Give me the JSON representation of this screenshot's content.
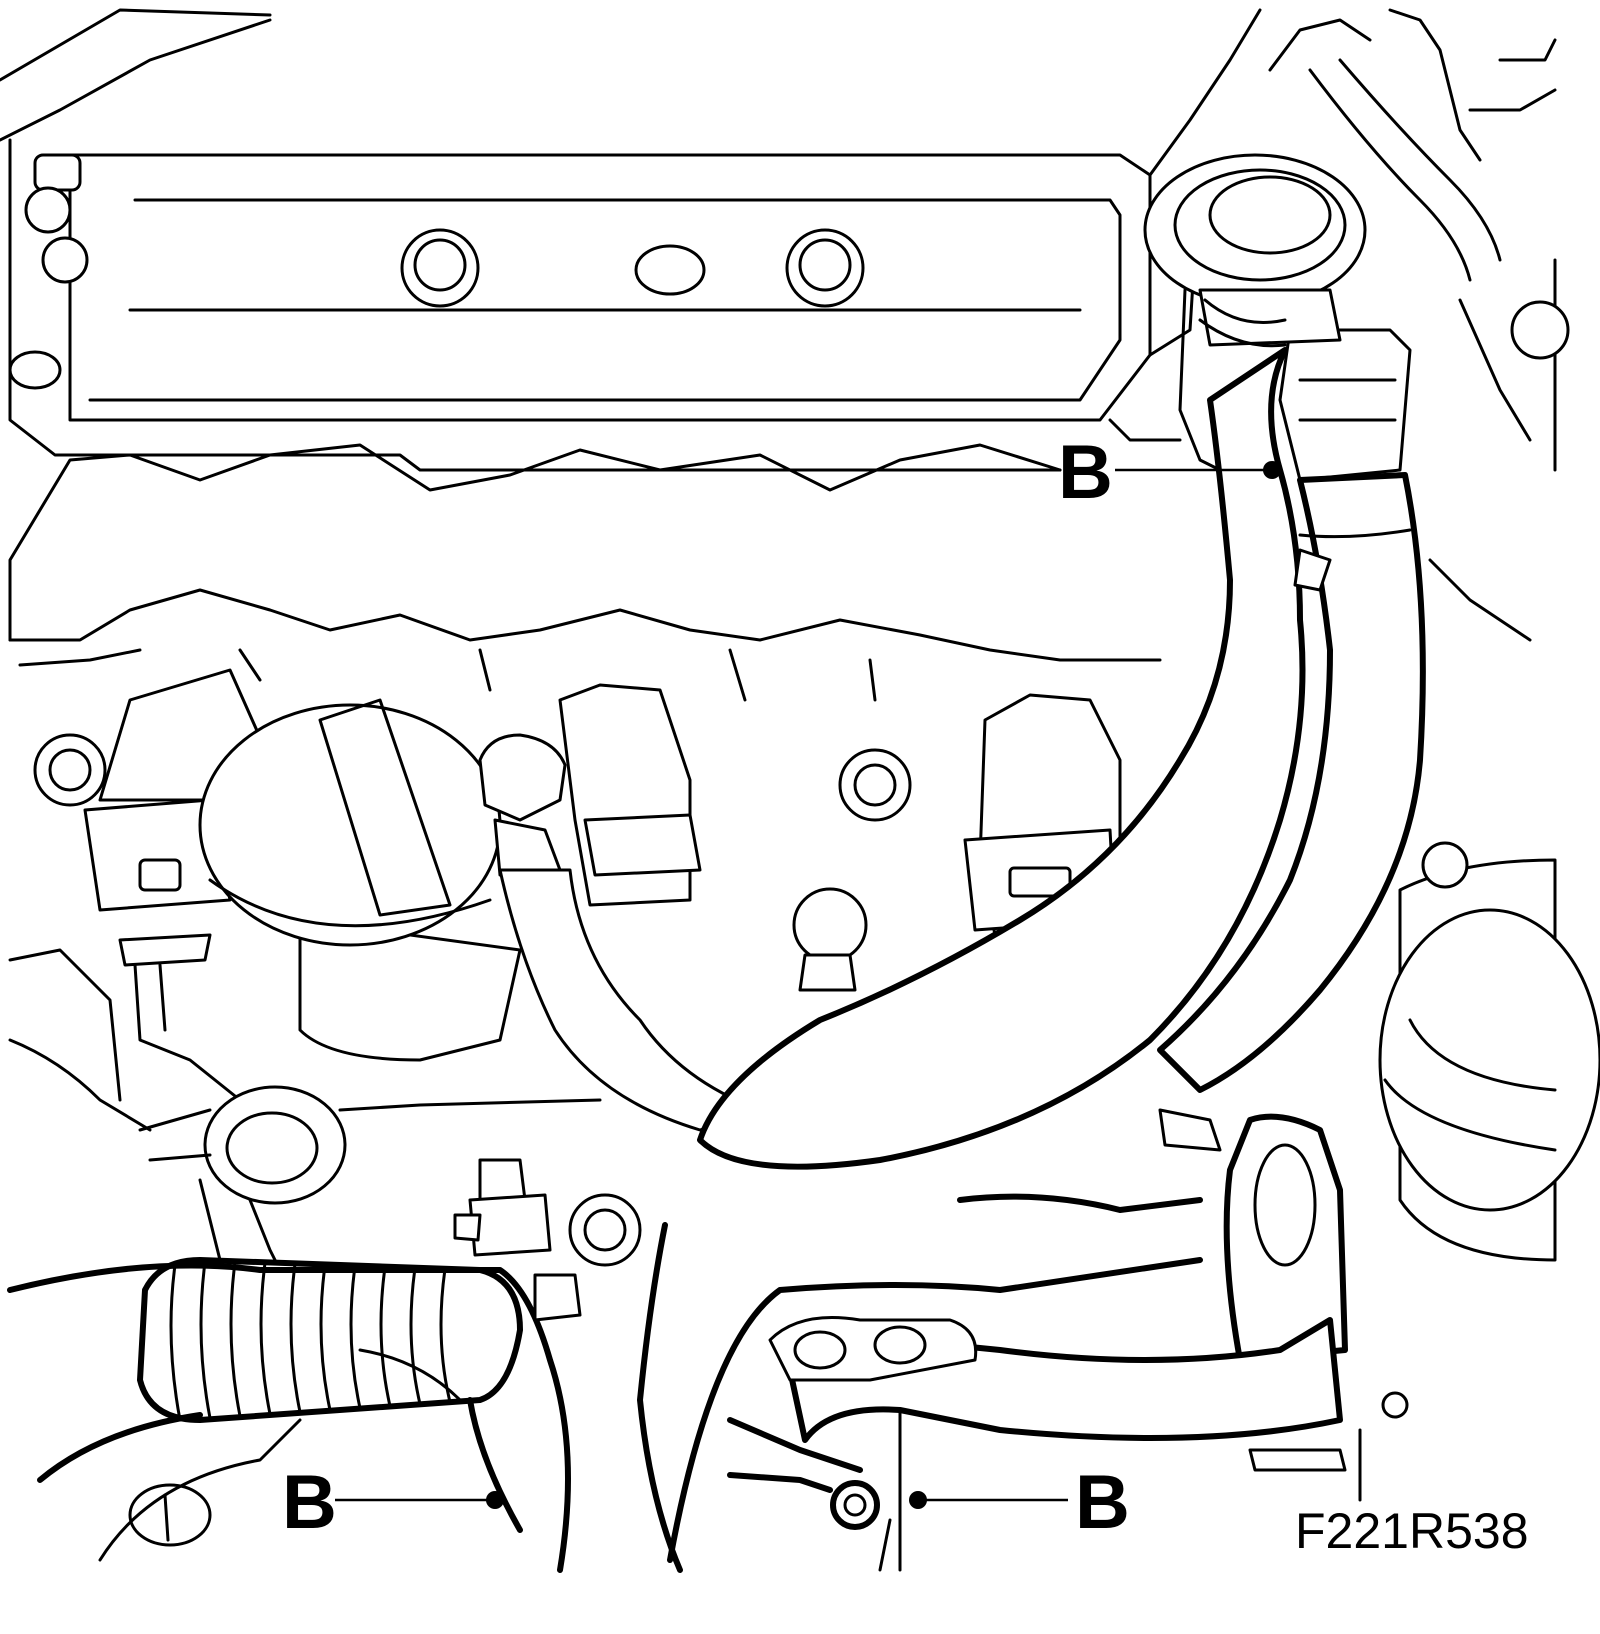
{
  "figure": {
    "id_label": "F221R538",
    "callouts": [
      {
        "letter": "B"
      },
      {
        "letter": "B"
      },
      {
        "letter": "B"
      }
    ],
    "line_color": "#000000",
    "background": "#ffffff"
  }
}
